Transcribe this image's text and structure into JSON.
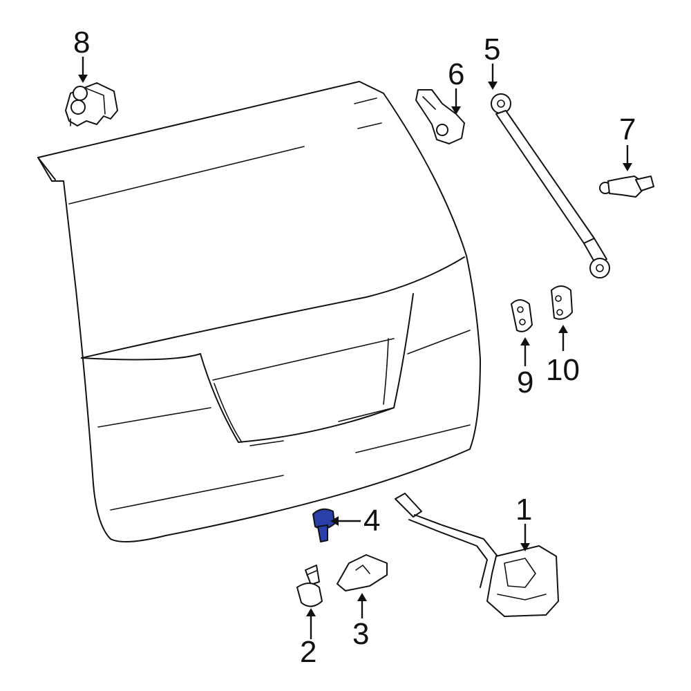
{
  "callouts": {
    "c1": "1",
    "c2": "2",
    "c3": "3",
    "c4": "4",
    "c5": "5",
    "c6": "6",
    "c7": "7",
    "c8": "8",
    "c9": "9",
    "c10": "10"
  },
  "colors": {
    "highlight": "#2a3fa8",
    "ink": "#111111",
    "background": "#ffffff"
  }
}
